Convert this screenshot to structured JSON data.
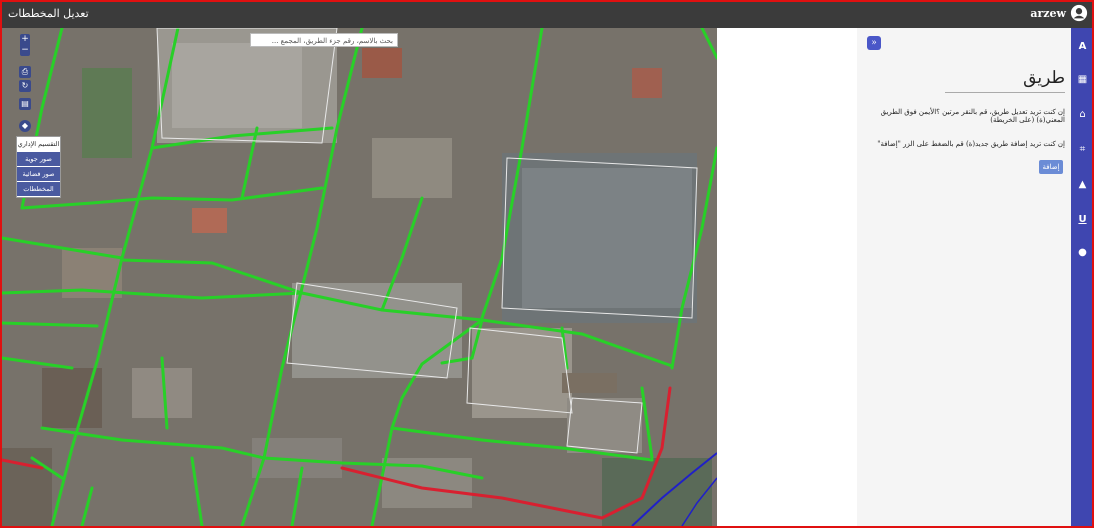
{
  "topbar": {
    "title": "تعديل المخططات",
    "username": "arzew"
  },
  "map": {
    "search_placeholder": "بحث بالاسم، رقم جزء الطريق، المجمع ...",
    "zoom_in": "+",
    "zoom_out": "−",
    "layers": [
      {
        "label": "التقسيم الإداري",
        "active": true
      },
      {
        "label": "صور جوية",
        "active": false
      },
      {
        "label": "صور فضائية",
        "active": false
      },
      {
        "label": "المخططات",
        "active": false
      }
    ],
    "road_colors": {
      "edited": "#28d028",
      "unedited": "#d82030",
      "water": "#2020c8"
    }
  },
  "panel": {
    "collapse_label": "»",
    "heading": "طريق",
    "instruction_edit": "إن كنت تريد تعديل طريق، قم بالنقر مرتين ؟الأيمن فوق الطريق المعني(ة) (على الخريطة)",
    "instruction_add": "إن كنت تريد إضافة طريق جديد(ة) قم بالضغط على الزر \"إضافة\"",
    "add_button": "إضافة"
  },
  "rightbar": {
    "icons": [
      "letter-a-icon",
      "building-icon",
      "institution-icon",
      "frame-icon",
      "person-icon",
      "underline-u-icon",
      "map-pin-icon"
    ]
  }
}
